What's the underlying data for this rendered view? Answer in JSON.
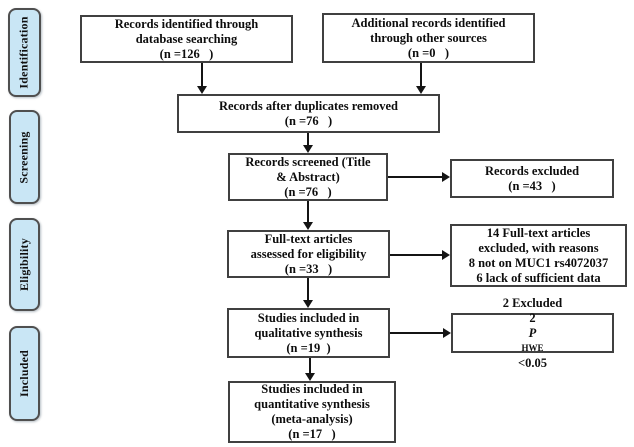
{
  "sidebar": {
    "identification": "Identification",
    "screening": "Screening",
    "eligibility": "Eligibility",
    "included": "Included"
  },
  "boxes": {
    "identified": {
      "line1": "Records identified through",
      "line2": "database searching",
      "line3": "(n =126   )"
    },
    "additional": {
      "line1": "Additional records identified",
      "line2": "through other sources",
      "line3": "(n =0   )"
    },
    "duplicates": {
      "line1": "Records after duplicates removed",
      "line2": "(n =76   )"
    },
    "screened": {
      "line1": "Records screened (Title",
      "line2": "& Abstract)",
      "line3": "(n =76   )"
    },
    "excluded": {
      "line1": "Records excluded",
      "line2": "(n =43   )"
    },
    "fulltext": {
      "line1": "Full-text articles",
      "line2": "assessed for eligibility",
      "line3": "(n =33   )"
    },
    "fulltext_excluded": {
      "line1": "14 Full-text articles",
      "line2": "excluded, with reasons",
      "line3": "8 not on MUC1 rs4072037",
      "line4": "6 lack of sufficient data"
    },
    "qualitative": {
      "line1": "Studies included in",
      "line2": "qualitative synthesis",
      "line3": "(n =19  )"
    },
    "hwe_excluded": {
      "line1": "2 Excluded",
      "line2_prefix": "2 ",
      "line2_p": "P",
      "line2_sub": "HWE",
      "line2_suffix": "<0.05"
    },
    "quantitative": {
      "line1": "Studies included in",
      "line2": "quantitative synthesis",
      "line3": "(meta-analysis)",
      "line4": "(n =17   )"
    }
  },
  "colors": {
    "band_fill": "#c9e6f5",
    "band_border": "#4f4f4f",
    "box_border": "#404040",
    "arrow": "#141414",
    "text": "#0d0d0d"
  }
}
